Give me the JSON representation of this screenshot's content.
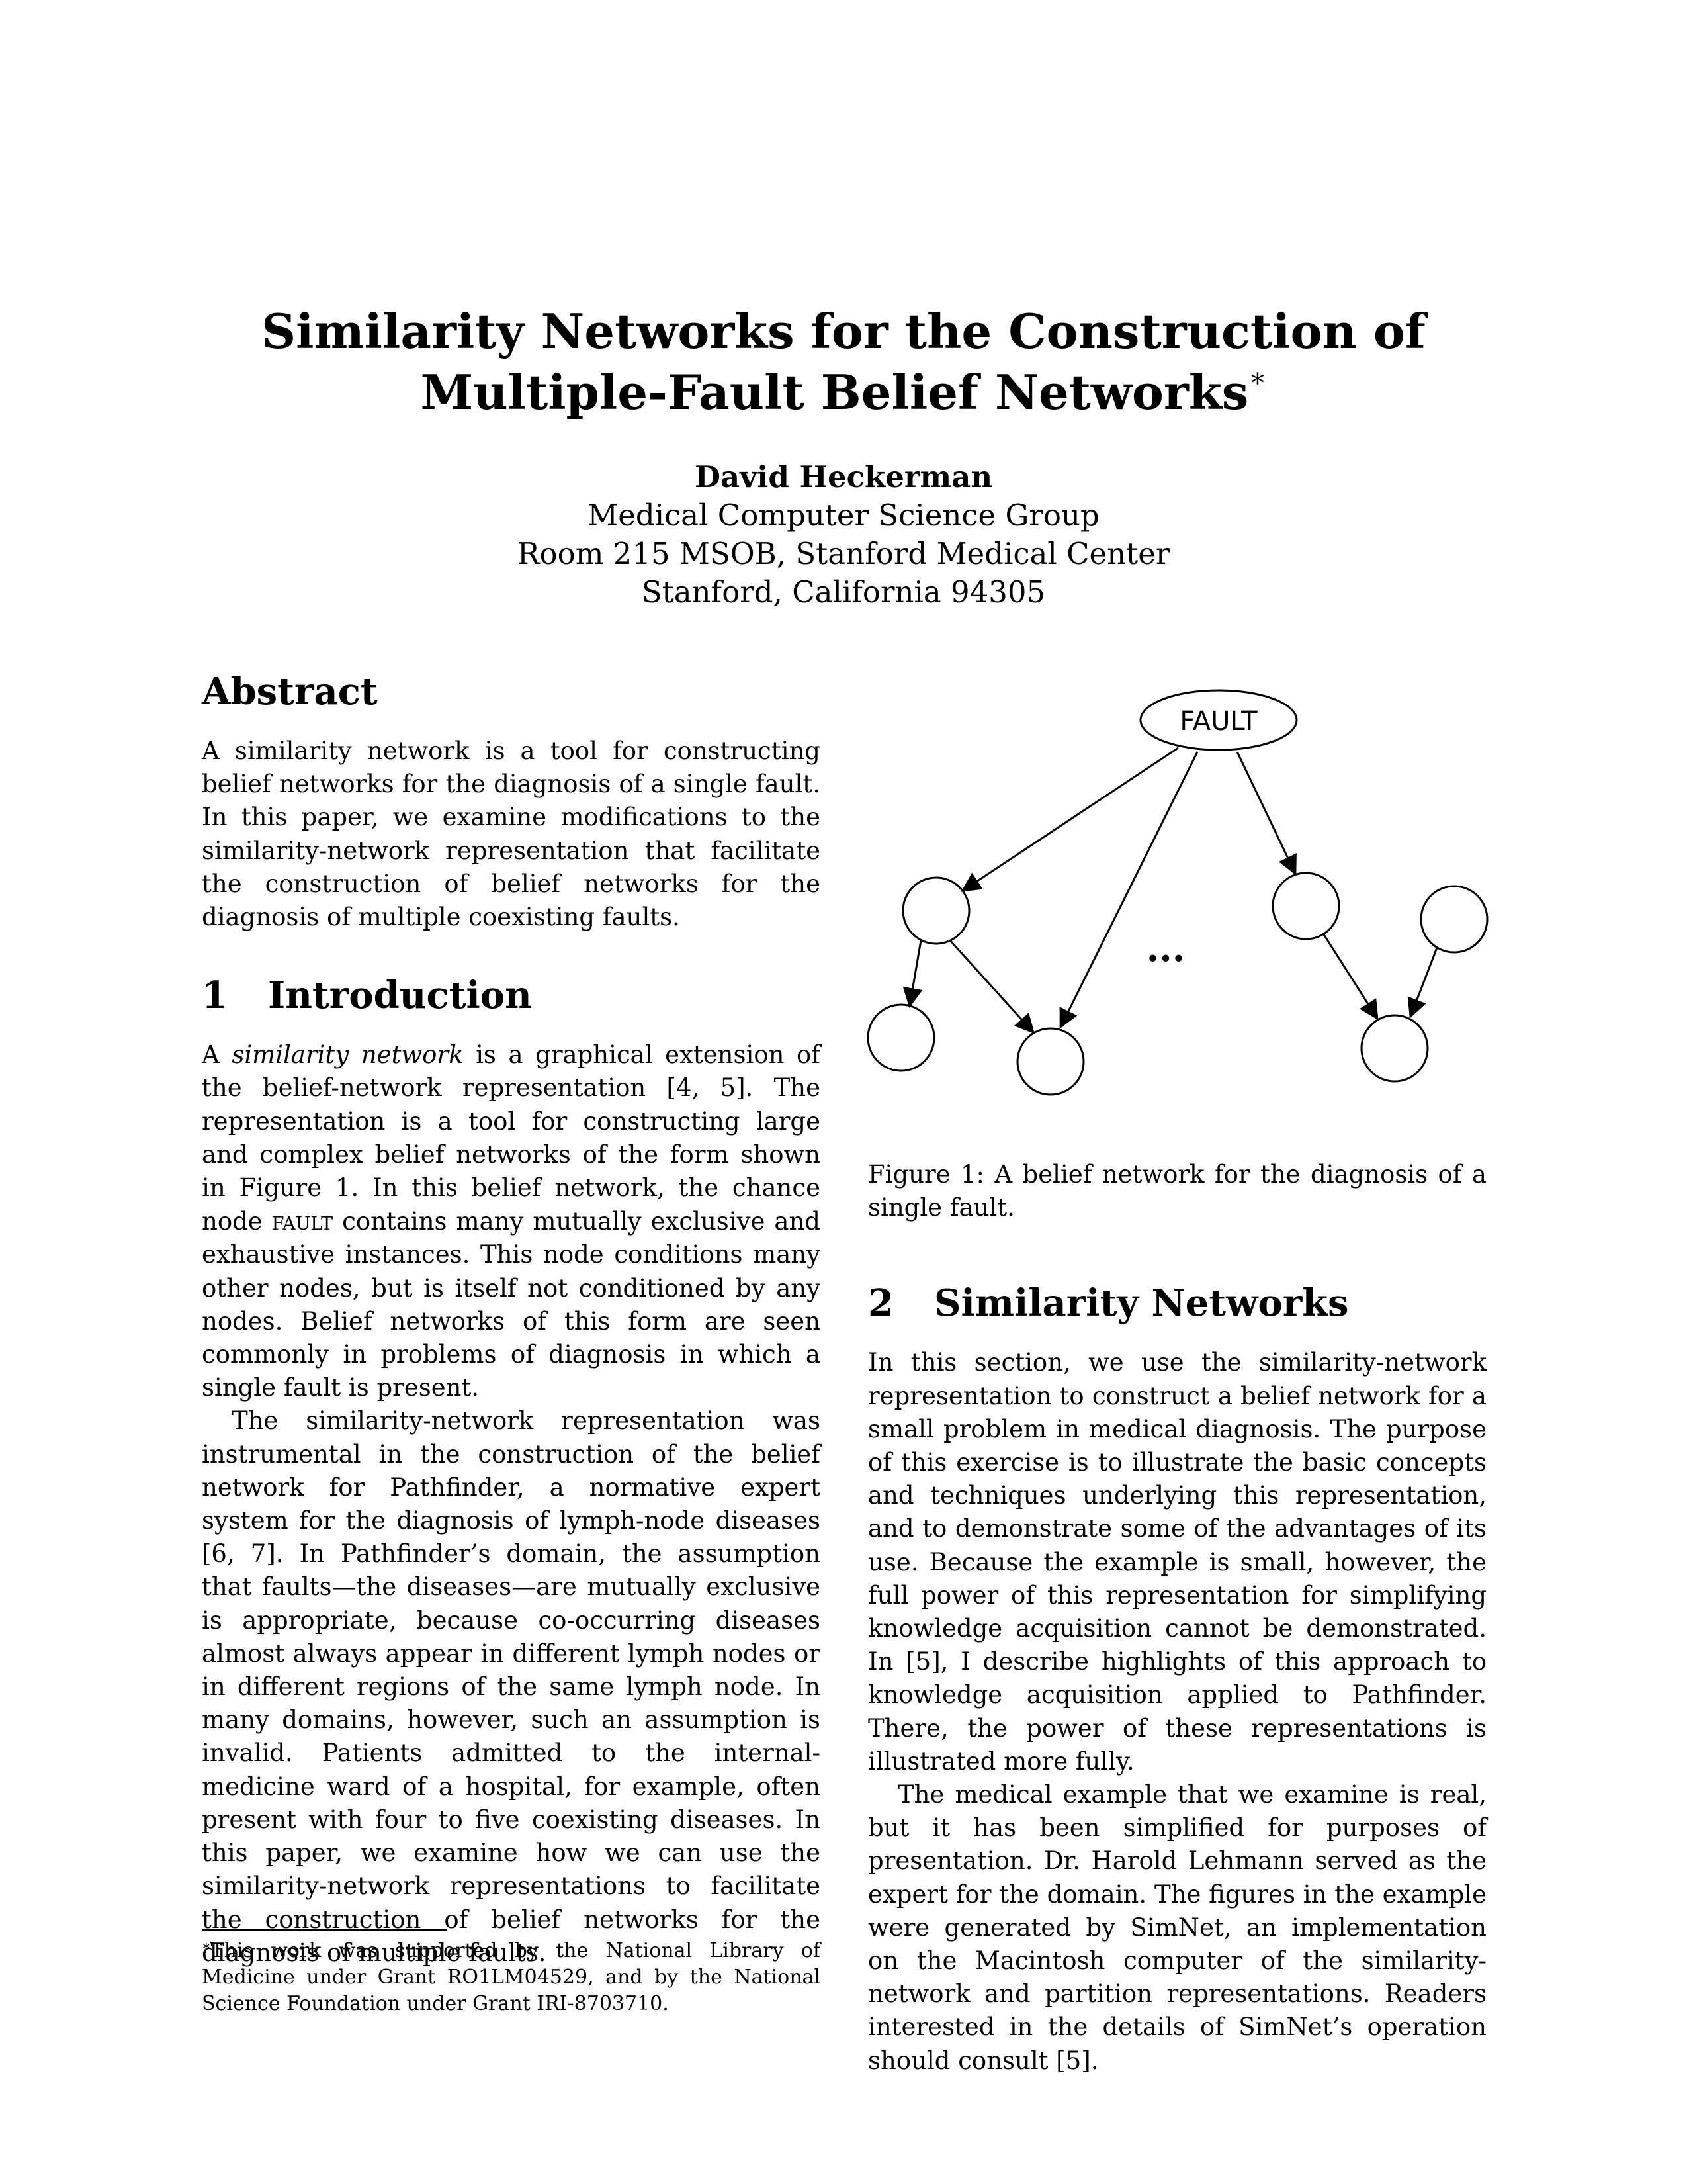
{
  "title": {
    "line1": "Similarity Networks for the Construction of",
    "line2": "Multiple-Fault Belief Networks",
    "marker": "∗"
  },
  "author": {
    "name": "David Heckerman",
    "affiliation": "Medical Computer Science Group",
    "address1": "Room 215 MSOB, Stanford Medical Center",
    "address2": "Stanford, California 94305"
  },
  "abstract": {
    "heading": "Abstract",
    "text": "A similarity network is a tool for constructing belief networks for the diagnosis of a single fault. In this paper, we examine modifications to the similarity-network representation that facilitate the construction of belief networks for the diagnosis of multiple coexisting faults."
  },
  "intro": {
    "number": "1",
    "heading": "Introduction",
    "p1_a": "A ",
    "p1_em": "similarity network",
    "p1_b": " is a graphical extension of the belief-network representation [4, 5]. The representation is a tool for constructing large and complex belief networks of the form shown in Figure 1. In this belief network, the chance node ",
    "p1_sc": "fault",
    "p1_c": " contains many mutually exclusive and exhaustive instances. This node conditions many other nodes, but is itself not conditioned by any nodes. Belief networks of this form are seen commonly in problems of diagnosis in which a single fault is present.",
    "p2": "The similarity-network representation was instrumental in the construction of the belief network for Pathfinder, a normative expert system for the diagnosis of lymph-node diseases [6, 7]. In Pathfinder’s domain, the assumption that faults—the diseases—are mutually exclusive is appropriate, because co-occurring diseases almost always appear in different lymph nodes or in different regions of the same lymph node. In many domains, however, such an assumption is invalid. Patients admitted to the internal-medicine ward of a hospital, for example, often present with four to five coexisting diseases. In this paper, we examine how we can use the similarity-network representations to facilitate the construction of belief networks for the diagnosis of multiple faults."
  },
  "footnote": {
    "marker": "∗",
    "text": "This work was supported by the National Library of Medicine under Grant RO1LM04529, and by the National Science Foundation under Grant IRI-8703710."
  },
  "figure": {
    "node_label": "FAULT",
    "ellipsis": "...",
    "caption": "Figure 1: A belief network for the diagnosis of a single fault."
  },
  "section2": {
    "number": "2",
    "heading": "Similarity Networks",
    "p1": "In this section, we use the similarity-network representation to construct a belief network for a small problem in medical diagnosis. The purpose of this exercise is to illustrate the basic concepts and techniques underlying this representation, and to demonstrate some of the advantages of its use. Because the example is small, however, the full power of this representation for simplifying knowledge acquisition cannot be demonstrated. In [5], I describe highlights of this approach to knowledge acquisition applied to Pathfinder. There, the power of these representations is illustrated more fully.",
    "p2": "The medical example that we examine is real, but it has been simplified for purposes of presentation. Dr. Harold Lehmann served as the expert for the domain. The figures in the example were generated by SimNet, an implementation on the Macintosh computer of the similarity-network and partition representations. Readers interested in the details of SimNet’s operation should consult [5]."
  }
}
